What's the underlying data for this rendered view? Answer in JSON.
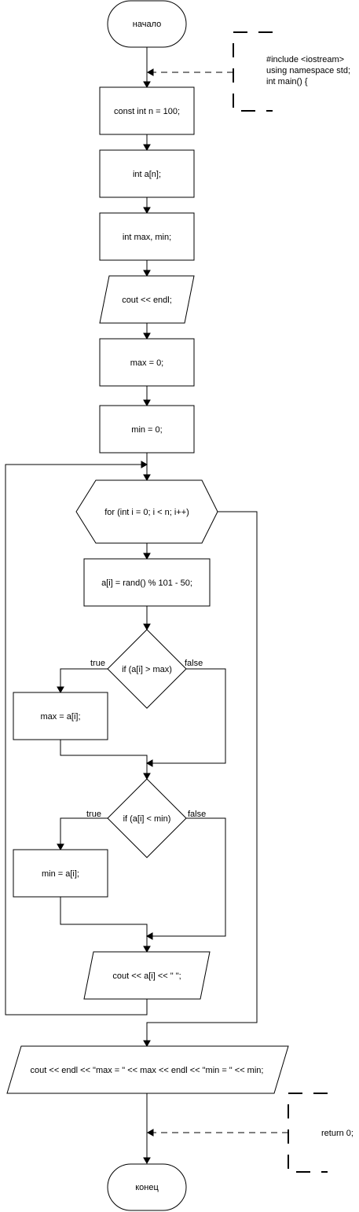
{
  "diagram": {
    "start_label": "начало",
    "end_label": "конец",
    "comment_top": [
      "#include <iostream>",
      "using namespace std;",
      "int main() {"
    ],
    "comment_bottom": "return 0;",
    "nodes": {
      "const_n": "const int n = 100;",
      "array_decl": "int a[n];",
      "maxmin_decl": "int max, min;",
      "cout_endl": "cout << endl;",
      "max_init": "max = 0;",
      "min_init": "min = 0;",
      "for_loop": "for (int i = 0; i < n; i++)",
      "rand_assign": "a[i] = rand() % 101 - 50;",
      "if_max": "if (a[i] > max)",
      "max_assign": "max = a[i];",
      "if_min": "if (a[i] < min)",
      "min_assign": "min = a[i];",
      "cout_elem": "cout << a[i] << \"  \";",
      "cout_result": "cout << endl << \"max = \" << max << endl << \"min = \" << min;"
    },
    "branch_labels": {
      "true": "true",
      "false": "false"
    }
  }
}
